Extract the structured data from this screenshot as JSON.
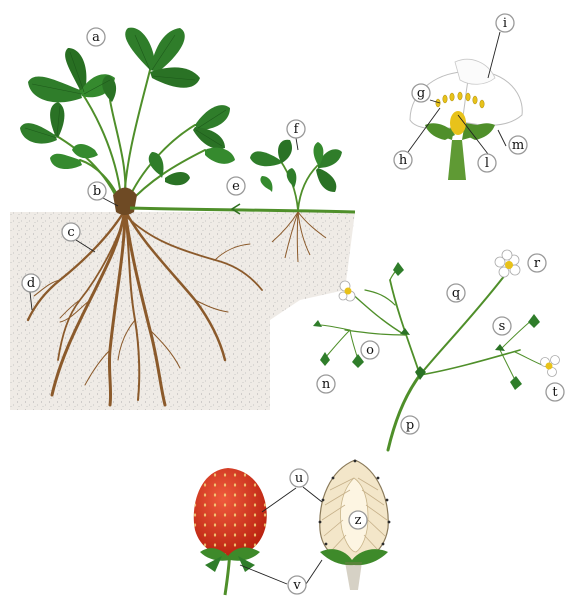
{
  "labels": {
    "a": "a",
    "b": "b",
    "c": "c",
    "d": "d",
    "e": "e",
    "f": "f",
    "g": "g",
    "h": "h",
    "i": "i",
    "l": "l",
    "m": "m",
    "n": "n",
    "o": "o",
    "p": "p",
    "q": "q",
    "r": "r",
    "s": "s",
    "t": "t",
    "u": "u",
    "v": "v",
    "z": "z"
  },
  "colors": {
    "leaf": "#2f7d2a",
    "leaf_dark": "#1f5e1c",
    "stem": "#4f8f2a",
    "root": "#8b5a2b",
    "soil": "#eeeae4",
    "petal": "#ffffff",
    "stamen": "#e8c21a",
    "berry": "#d8321f",
    "seed": "#f1d27a",
    "cut_fruit": "#f3e6c9"
  },
  "icons": [
    "strawberry-plant-illustration",
    "flower-section-illustration",
    "inflorescence-illustration",
    "fruit-illustration",
    "fruit-section-illustration"
  ]
}
